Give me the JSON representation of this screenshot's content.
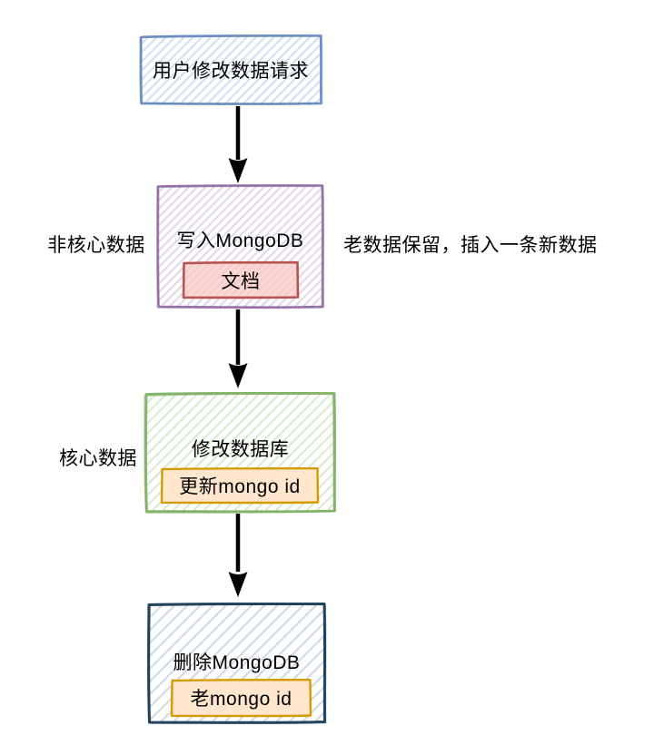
{
  "diagram": {
    "nodes": {
      "user_request": {
        "label": "用户修改数据请求"
      },
      "write_mongodb": {
        "label": "写入MongoDB",
        "badge": "文档"
      },
      "update_database": {
        "label": "修改数据库",
        "badge": "更新mongo id"
      },
      "delete_mongodb": {
        "label": "删除MongoDB",
        "badge": "老mongo id"
      }
    },
    "annotations": {
      "non_core_data": "非核心数据",
      "old_data_note": "老数据保留，插入一条新数据",
      "core_data": "核心数据"
    },
    "colors": {
      "blue_border": "#6c8ebf",
      "blue_hatch": "#cfdef2",
      "purple_border": "#9673a6",
      "purple_hatch": "#e2d6ea",
      "red_border": "#b85450",
      "red_fill": "#f8cecc",
      "red_hatch": "#fbdfdc",
      "green_border": "#82b366",
      "green_hatch": "#d6ead0",
      "navy_border": "#23445d",
      "navy_hatch": "#ccd8e3",
      "orange_border": "#d79b00",
      "orange_fill": "#ffe6cc",
      "arrow": "#000000"
    }
  }
}
